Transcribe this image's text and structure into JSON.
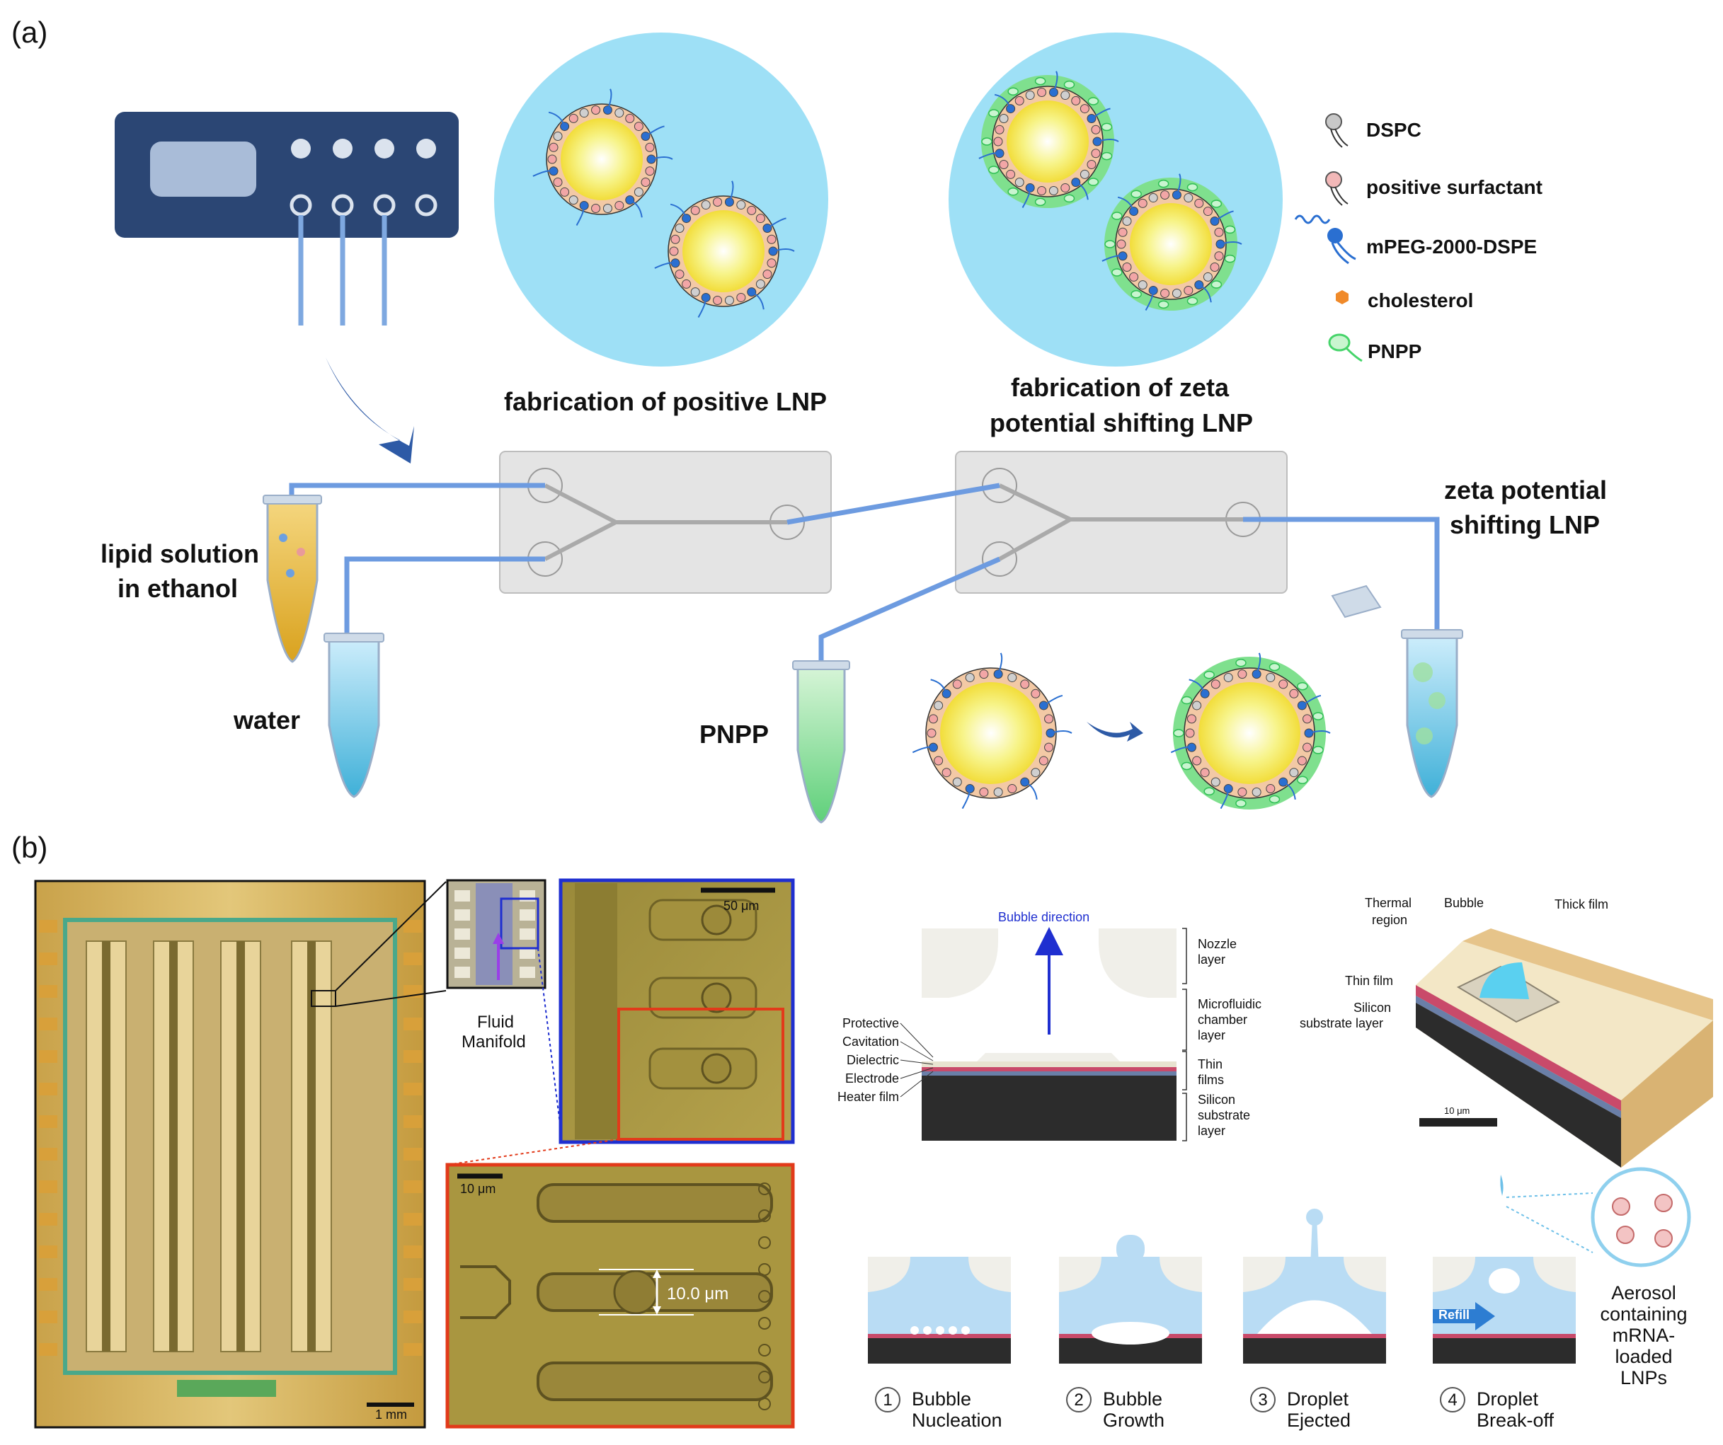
{
  "panel_a": {
    "panel_label": "(a)",
    "fabrication_positive": "fabrication of positive LNP",
    "fabrication_zeta_line1": "fabrication of zeta",
    "fabrication_zeta_line2": "potential shifting LNP",
    "lipid_solution_line1": "lipid solution",
    "lipid_solution_line2": "in ethanol",
    "water": "water",
    "pnpp": "PNPP",
    "zeta_output_line1": "zeta potential",
    "zeta_output_line2": "shifting LNP",
    "legend": [
      {
        "label": "DSPC",
        "icon": "dspc-lipid-icon",
        "color": "#9a9a9a"
      },
      {
        "label": "positive surfactant",
        "icon": "positive-surfactant-icon",
        "color": "#e8a0a0"
      },
      {
        "label": "mPEG-2000-DSPE",
        "icon": "mpeg-lipid-icon",
        "color": "#2a6fd1"
      },
      {
        "label": "cholesterol",
        "icon": "cholesterol-icon",
        "color": "#f08a2a"
      },
      {
        "label": "PNPP",
        "icon": "pnpp-polymer-icon",
        "color": "#46d46a"
      }
    ]
  },
  "panel_b": {
    "panel_label": "(b)",
    "fluid_manifold_line1": "Fluid",
    "fluid_manifold_line2": "Manifold",
    "scale_50um": "50 μm",
    "scale_10um": "10 μm",
    "scale_1mm": "1 mm",
    "measure_10um": "10.0 μm",
    "bubble_direction": "Bubble direction",
    "layers_left": [
      "Protective",
      "Cavitation",
      "Dielectric",
      "Electrode",
      "Heater film"
    ],
    "layers_right": [
      {
        "line1": "Nozzle",
        "line2": "layer",
        "line3": ""
      },
      {
        "line1": "Microfluidic",
        "line2": "chamber",
        "line3": "layer"
      },
      {
        "line1": "Thin",
        "line2": "films",
        "line3": ""
      },
      {
        "line1": "Silicon",
        "line2": "substrate",
        "line3": "layer"
      }
    ],
    "iso_thermal_line1": "Thermal",
    "iso_thermal_line2": "region",
    "iso_bubble": "Bubble",
    "iso_thick_film": "Thick film",
    "iso_thin_film": "Thin film",
    "iso_silicon_line1": "Silicon",
    "iso_silicon_line2": "substrate layer",
    "iso_scale": "10 μm",
    "refill": "Refill",
    "aerosol_lines": [
      "Aerosol",
      "containing",
      "mRNA-",
      "loaded",
      "LNPs"
    ],
    "steps": [
      {
        "num": "1",
        "line1": "Bubble",
        "line2": "Nucleation"
      },
      {
        "num": "2",
        "line1": "Bubble",
        "line2": "Growth"
      },
      {
        "num": "3",
        "line1": "Droplet",
        "line2": "Ejected"
      },
      {
        "num": "4",
        "line1": "Droplet",
        "line2": "Break-off"
      }
    ]
  }
}
